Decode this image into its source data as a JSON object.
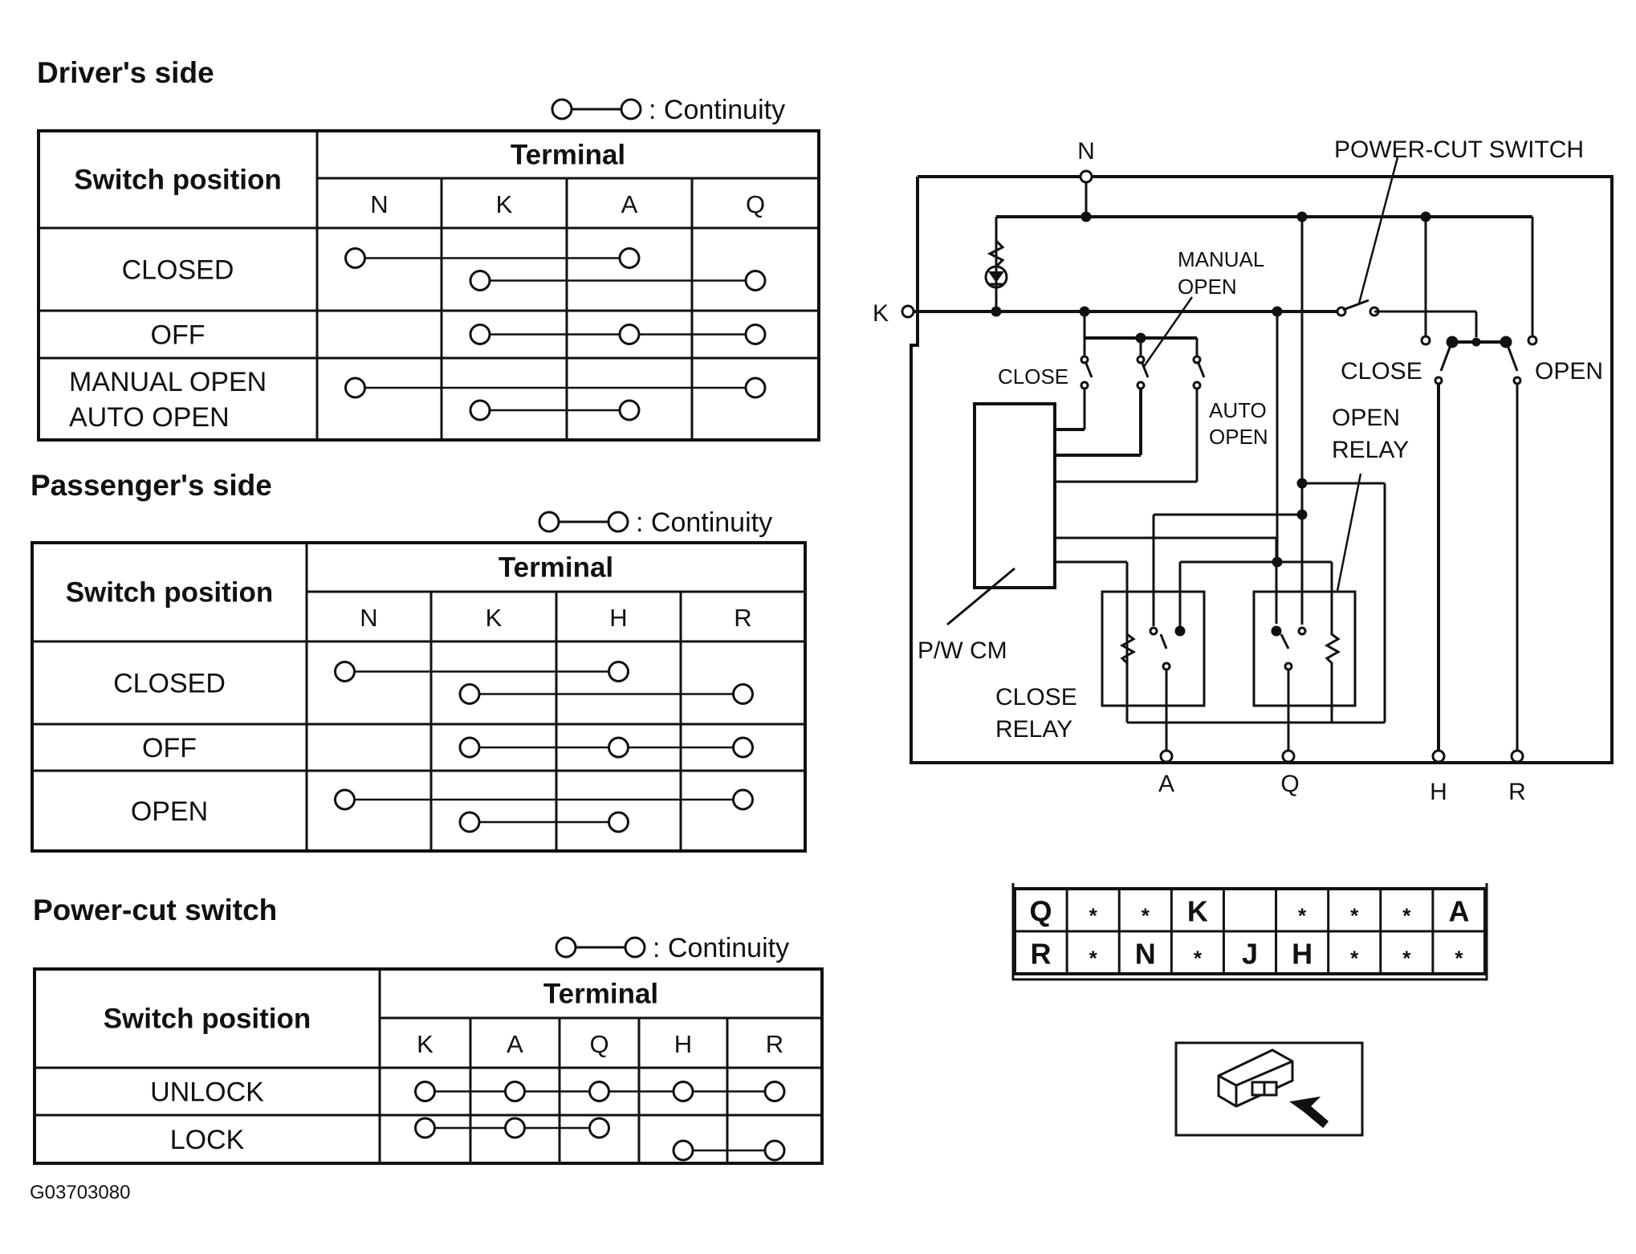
{
  "figure_code": "G03703080",
  "continuity_legend": ": Continuity",
  "tables": [
    {
      "title": "Driver's side",
      "header_label": "Switch position",
      "terminal_header": "Terminal",
      "terminals": [
        "N",
        "K",
        "A",
        "Q"
      ],
      "rows": [
        {
          "label": "CLOSED",
          "connections": [
            [
              "N",
              "A"
            ],
            [
              "K",
              "Q"
            ]
          ]
        },
        {
          "label": "OFF",
          "connections": [
            [
              "K",
              "A",
              "Q"
            ]
          ]
        },
        {
          "label": "MANUAL OPEN\nAUTO OPEN",
          "connections": [
            [
              "N",
              "Q"
            ],
            [
              "K",
              "A"
            ]
          ]
        }
      ]
    },
    {
      "title": "Passenger's side",
      "header_label": "Switch position",
      "terminal_header": "Terminal",
      "terminals": [
        "N",
        "K",
        "H",
        "R"
      ],
      "rows": [
        {
          "label": "CLOSED",
          "connections": [
            [
              "N",
              "H"
            ],
            [
              "K",
              "R"
            ]
          ]
        },
        {
          "label": "OFF",
          "connections": [
            [
              "K",
              "H",
              "R"
            ]
          ]
        },
        {
          "label": "OPEN",
          "connections": [
            [
              "N",
              "R"
            ],
            [
              "K",
              "H"
            ]
          ]
        }
      ]
    },
    {
      "title": "Power-cut switch",
      "header_label": "Switch position",
      "terminal_header": "Terminal",
      "terminals": [
        "K",
        "A",
        "Q",
        "H",
        "R"
      ],
      "rows": [
        {
          "label": "UNLOCK",
          "connections": [
            [
              "K",
              "A",
              "Q",
              "H",
              "R"
            ]
          ]
        },
        {
          "label": "LOCK",
          "connections": [
            [
              "K",
              "A",
              "Q"
            ],
            [
              "H",
              "R"
            ]
          ]
        }
      ]
    }
  ],
  "schematic": {
    "terminals": {
      "N": "N",
      "K": "K",
      "A": "A",
      "Q": "Q",
      "H": "H",
      "R": "R"
    },
    "labels": {
      "power_cut_switch": "POWER-CUT SWITCH",
      "manual_open_1": "MANUAL",
      "manual_open_2": "OPEN",
      "close_left": "CLOSE",
      "auto_open_1": "AUTO",
      "auto_open_2": "OPEN",
      "close_right": "CLOSE",
      "open_right": "OPEN",
      "open_relay_1": "OPEN",
      "open_relay_2": "RELAY",
      "pw_cm": "P/W CM",
      "close_relay_1": "CLOSE",
      "close_relay_2": "RELAY"
    }
  },
  "connector": {
    "top_row": [
      "Q",
      "*",
      "*",
      "K",
      "",
      "*",
      "*",
      "*",
      "A"
    ],
    "bottom_row": [
      "R",
      "*",
      "N",
      "*",
      "J",
      "H",
      "*",
      "*",
      "*"
    ]
  },
  "connector_icon": "switch-connector-icon"
}
